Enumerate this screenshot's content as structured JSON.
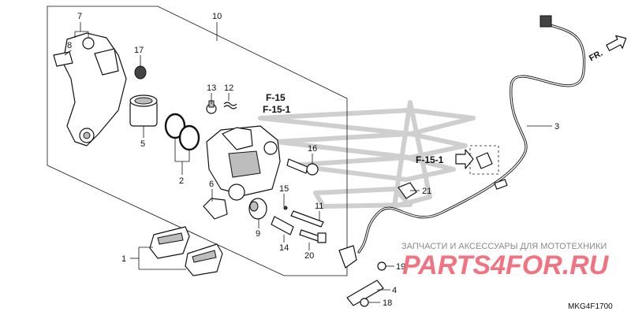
{
  "callouts": [
    "7",
    "8",
    "17",
    "10",
    "13",
    "12",
    "5",
    "2",
    "6",
    "9",
    "15",
    "11",
    "14",
    "20",
    "16",
    "1",
    "3",
    "21",
    "19",
    "4",
    "18"
  ],
  "refs": {
    "f15": "F-15",
    "f15_1_top": "F-15-1",
    "f15_1_side": "F-15-1"
  },
  "front_label": "FR.",
  "watermark": {
    "tagline": "ЗАПЧАСТИ И АКСЕССУАРЫ ДЛЯ МОТОТЕХНИКИ",
    "brand": "PARTS4FOR.RU"
  },
  "diagram_code": "MKG4F1700"
}
